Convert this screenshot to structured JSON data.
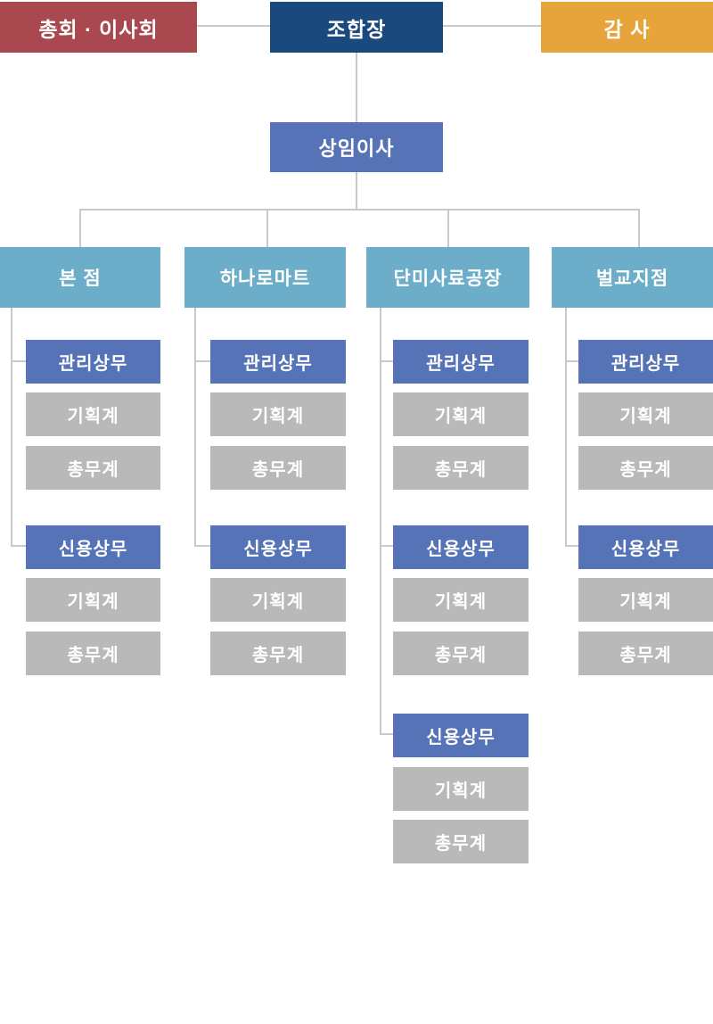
{
  "palette": {
    "maroon": "#a9494f",
    "navy": "#1a4a7d",
    "orange": "#e7a43a",
    "blue": "#5673b8",
    "light_blue": "#6cadc9",
    "gray": "#b9b9b9",
    "line": "#c9c9c9",
    "text": "#ffffff"
  },
  "top_row": {
    "assembly": "총회 · 이사회",
    "chairman": "조합장",
    "auditor": "감 사"
  },
  "executive_director": "상임이사",
  "branches": [
    {
      "label": "본 점",
      "groups": [
        {
          "boxes": [
            {
              "label": "관리상무"
            },
            {
              "label": "기획계"
            },
            {
              "label": "총무계"
            }
          ]
        },
        {
          "boxes": [
            {
              "label": "신용상무"
            },
            {
              "label": "기획계"
            },
            {
              "label": "총무계"
            }
          ]
        }
      ]
    },
    {
      "label": "하나로마트",
      "groups": [
        {
          "boxes": [
            {
              "label": "관리상무"
            },
            {
              "label": "기획계"
            },
            {
              "label": "총무계"
            }
          ]
        },
        {
          "boxes": [
            {
              "label": "신용상무"
            },
            {
              "label": "기획계"
            },
            {
              "label": "총무계"
            }
          ]
        }
      ]
    },
    {
      "label": "단미사료공장",
      "groups": [
        {
          "boxes": [
            {
              "label": "관리상무"
            },
            {
              "label": "기획계"
            },
            {
              "label": "총무계"
            }
          ]
        },
        {
          "boxes": [
            {
              "label": "신용상무"
            },
            {
              "label": "기획계"
            },
            {
              "label": "총무계"
            }
          ]
        },
        {
          "boxes": [
            {
              "label": "신용상무"
            },
            {
              "label": "기획계"
            },
            {
              "label": "총무계"
            }
          ]
        }
      ]
    },
    {
      "label": "벌교지점",
      "groups": [
        {
          "boxes": [
            {
              "label": "관리상무"
            },
            {
              "label": "기획계"
            },
            {
              "label": "총무계"
            }
          ]
        },
        {
          "boxes": [
            {
              "label": "신용상무"
            },
            {
              "label": "기획계"
            },
            {
              "label": "총무계"
            }
          ]
        }
      ]
    }
  ]
}
